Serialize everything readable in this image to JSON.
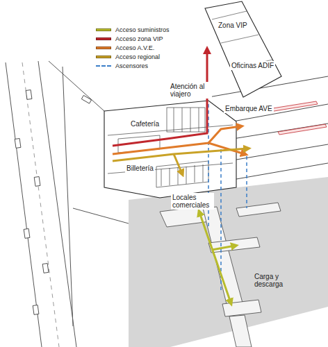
{
  "diagram": {
    "labels": [
      "Zona VIP",
      "Oficinas ADIF",
      "Atención al viajero",
      "Cafetería",
      "Embarque AVE",
      "Billetería",
      "Locales comerciales",
      "Carga y descarga"
    ],
    "legend": [
      {
        "text": "Acceso suministros",
        "color": "#b8bb2c"
      },
      {
        "text": "Acceso zona VIP",
        "color": "#c0272d"
      },
      {
        "text": "Acceso A.V.E.",
        "color": "#e07b2a"
      },
      {
        "text": "Acceso regional",
        "color": "#c9a227"
      },
      {
        "text": "Ascensores"
      }
    ]
  }
}
